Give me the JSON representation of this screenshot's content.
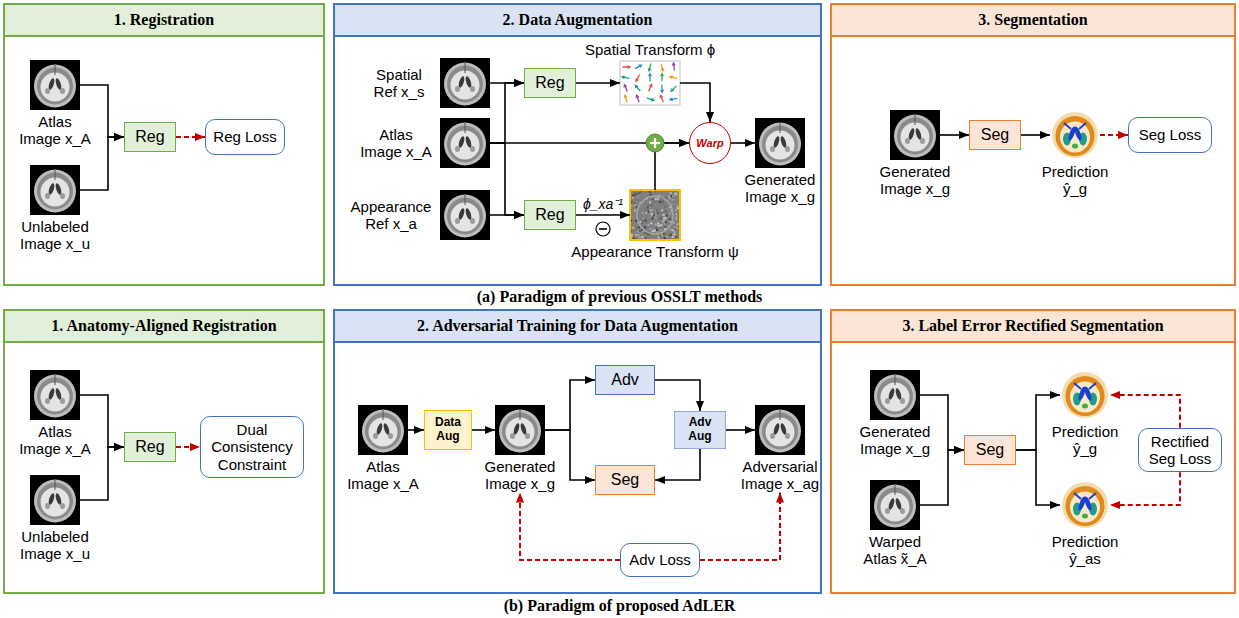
{
  "diagram": {
    "nodes": [
      {
        "text": [
          "1. Registration"
        ]
      },
      {
        "text": [
          "Atlas Image x_A"
        ],
        "in": 0
      },
      {
        "text": [
          "Unlabeled Image x_u"
        ],
        "in": 0
      },
      {
        "text": [
          "Reg"
        ],
        "in": 0
      },
      {
        "text": [
          "Reg Loss"
        ],
        "in": 0
      },
      {
        "text": [
          "2. Data Augmentation"
        ]
      },
      {
        "text": [
          "Spatial Ref x_s"
        ],
        "in": 5
      },
      {
        "text": [
          "Atlas Image x_A"
        ],
        "in": 5
      },
      {
        "text": [
          "Appearance Ref x_a"
        ],
        "in": 5
      },
      {
        "text": [
          "Reg"
        ],
        "in": 5
      },
      {
        "text": [
          "Reg"
        ],
        "in": 5
      },
      {
        "text": [
          "Spatial Transform ϕ"
        ],
        "in": 5
      },
      {
        "text": [
          "Warp"
        ],
        "in": 5
      },
      {
        "text": [
          "Appearance Transform ψ"
        ],
        "in": 5
      },
      {
        "text": [
          "Generated Image x_g"
        ],
        "in": 5
      },
      {
        "text": [
          "3. Segmentation"
        ]
      },
      {
        "text": [
          "Generated Image x_g"
        ],
        "in": 15
      },
      {
        "text": [
          "Seg"
        ],
        "in": 15
      },
      {
        "text": [
          "Prediction ŷ_g"
        ],
        "in": 15
      },
      {
        "text": [
          "Seg Loss"
        ],
        "in": 15
      },
      {
        "text": [
          "1. Anatomy-Aligned Registration"
        ]
      },
      {
        "text": [
          "Atlas Image x_A"
        ],
        "in": 20
      },
      {
        "text": [
          "Unlabeled Image x_u"
        ],
        "in": 20
      },
      {
        "text": [
          "Reg"
        ],
        "in": 20
      },
      {
        "text": [
          "Dual Consistency Constraint"
        ],
        "in": 20
      },
      {
        "text": [
          "2. Adversarial Training for Data Augmentation"
        ]
      },
      {
        "text": [
          "Atlas Image x_A"
        ],
        "in": 25
      },
      {
        "text": [
          "Data Aug"
        ],
        "in": 25
      },
      {
        "text": [
          "Generated Image x_g"
        ],
        "in": 25
      },
      {
        "text": [
          "Adv"
        ],
        "in": 25
      },
      {
        "text": [
          "Seg"
        ],
        "in": 25
      },
      {
        "text": [
          "Adv Aug"
        ],
        "in": 25
      },
      {
        "text": [
          "Adversarial Image x_ag"
        ],
        "in": 25
      },
      {
        "text": [
          "Adv Loss"
        ],
        "in": 25
      },
      {
        "text": [
          "3. Label Error Rectified Segmentation"
        ]
      },
      {
        "text": [
          "Generated Image x_g"
        ],
        "in": 34
      },
      {
        "text": [
          "Warped Atlas x̃_A"
        ],
        "in": 34
      },
      {
        "text": [
          "Seg"
        ],
        "in": 34
      },
      {
        "text": [
          "Prediction ŷ_g"
        ],
        "in": 34
      },
      {
        "text": [
          "Prediction ŷ_as"
        ],
        "in": 34
      },
      {
        "text": [
          "Rectified Seg Loss"
        ],
        "in": 34
      }
    ],
    "edges": [
      {
        "from": 1,
        "to": 3,
        "arrow": "to"
      },
      {
        "from": 2,
        "to": 3,
        "arrow": "to"
      },
      {
        "from": 3,
        "to": 4,
        "arrow": "to"
      },
      {
        "from": 6,
        "to": 9,
        "arrow": "to"
      },
      {
        "from": 7,
        "to": 9,
        "arrow": "to"
      },
      {
        "from": 7,
        "to": 10,
        "arrow": "to"
      },
      {
        "from": 8,
        "to": 10,
        "arrow": "to"
      },
      {
        "from": 9,
        "to": 11,
        "arrow": "to"
      },
      {
        "from": 10,
        "to": 13,
        "label": "ϕ_xa⁻¹",
        "arrow": "to"
      },
      {
        "from": 11,
        "to": 12,
        "arrow": "to"
      },
      {
        "from": 7,
        "to": 12,
        "arrow": "to"
      },
      {
        "from": 13,
        "to": 12,
        "arrow": "to"
      },
      {
        "from": 12,
        "to": 14,
        "arrow": "to"
      },
      {
        "from": 16,
        "to": 17,
        "arrow": "to"
      },
      {
        "from": 17,
        "to": 18,
        "arrow": "to"
      },
      {
        "from": 18,
        "to": 19,
        "arrow": "to"
      },
      {
        "from": 21,
        "to": 23,
        "arrow": "to"
      },
      {
        "from": 22,
        "to": 23,
        "arrow": "to"
      },
      {
        "from": 23,
        "to": 24,
        "arrow": "to"
      },
      {
        "from": 26,
        "to": 27,
        "arrow": "to"
      },
      {
        "from": 27,
        "to": 28,
        "arrow": "to"
      },
      {
        "from": 28,
        "to": 29,
        "arrow": "to"
      },
      {
        "from": 28,
        "to": 30,
        "arrow": "to"
      },
      {
        "from": 29,
        "to": 31,
        "arrow": "to"
      },
      {
        "from": 31,
        "to": 30,
        "arrow": "to"
      },
      {
        "from": 31,
        "to": 32,
        "arrow": "to"
      },
      {
        "from": 33,
        "to": 28,
        "arrow": "to"
      },
      {
        "from": 33,
        "to": 32,
        "arrow": "to"
      },
      {
        "from": 35,
        "to": 37,
        "arrow": "to"
      },
      {
        "from": 36,
        "to": 37,
        "arrow": "to"
      },
      {
        "from": 37,
        "to": 38,
        "arrow": "to"
      },
      {
        "from": 37,
        "to": 39,
        "arrow": "to"
      },
      {
        "from": 40,
        "to": 38,
        "arrow": "to"
      },
      {
        "from": 40,
        "to": 39,
        "arrow": "to"
      }
    ],
    "labels": [
      "(a) Paradigm of previous OSSLT methods",
      "(b) Paradigm of proposed AdLER"
    ]
  }
}
